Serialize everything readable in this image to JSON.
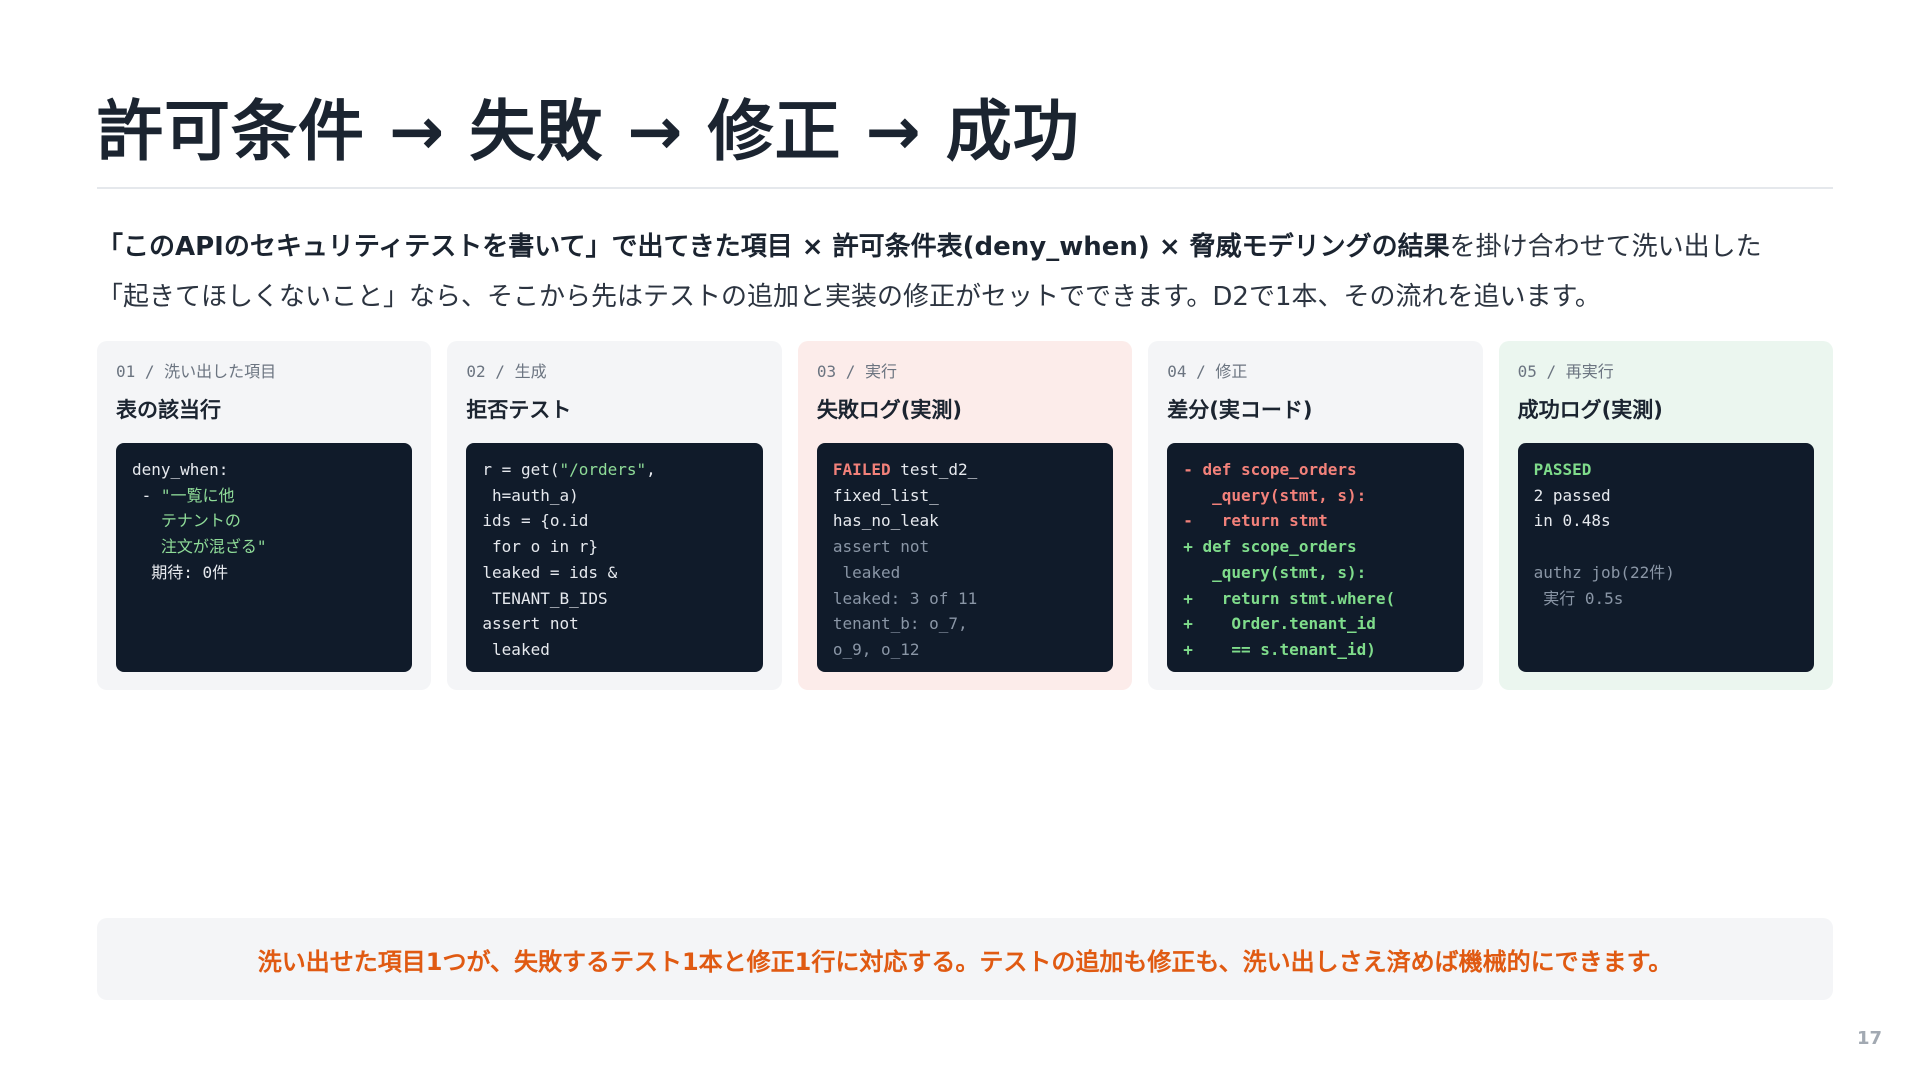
{
  "title": "許可条件 → 失敗 → 修正 → 成功",
  "intro": {
    "emphasis": "「このAPIのセキュリティテストを書いて」で出てきた項目 × 許可条件表(deny_when) × 脅威モデリングの結果",
    "line1_rest": "を掛け合わせて洗い出した",
    "line2": "「起きてほしくないこと」なら、そこから先はテストの追加と実装の修正がセットでできます。D2で1本、その流れを追います。"
  },
  "steps": [
    {
      "tag": "01 / 洗い出した項目",
      "title": "表の該当行",
      "code": [
        {
          "text": "deny_when:"
        },
        {
          "text": " - ",
          "tail": "\"一覧に他",
          "tail_class": "c-str"
        },
        {
          "text": "   テナントの",
          "class": "c-str"
        },
        {
          "text": "   注文が混ざる\"",
          "class": "c-str"
        },
        {
          "text": "  期待: 0件"
        }
      ]
    },
    {
      "tag": "02 / 生成",
      "title": "拒否テスト",
      "code": [
        {
          "text": "r = get(",
          "tail": "\"/orders\"",
          "tail_class": "c-str",
          "tail2": ","
        },
        {
          "text": " h=auth_a)"
        },
        {
          "text": "ids = {o.id"
        },
        {
          "text": " for o in r}"
        },
        {
          "text": "leaked = ids &"
        },
        {
          "text": " TENANT_B_IDS"
        },
        {
          "text": "assert not"
        },
        {
          "text": " leaked"
        }
      ]
    },
    {
      "tag": "03 / 実行",
      "title": "失敗ログ(実測)",
      "code": [
        {
          "text": "FAILED",
          "class": "c-red",
          "tail": " test_d2_"
        },
        {
          "text": "fixed_list_"
        },
        {
          "text": "has_no_leak"
        },
        {
          "text": "assert not",
          "class": "c-mut"
        },
        {
          "text": " leaked",
          "class": "c-mut"
        },
        {
          "text": "leaked: 3 of 11",
          "class": "c-mut"
        },
        {
          "text": "tenant_b: o_7,",
          "class": "c-mut"
        },
        {
          "text": "o_9, o_12",
          "class": "c-mut"
        }
      ]
    },
    {
      "tag": "04 / 修正",
      "title": "差分(実コード)",
      "code": [
        {
          "text": "- def scope_orders",
          "class": "c-red"
        },
        {
          "text": "   _query(stmt, s):",
          "class": "c-red"
        },
        {
          "text": "-   return stmt",
          "class": "c-red"
        },
        {
          "text": "+ def scope_orders",
          "class": "c-grn"
        },
        {
          "text": "   _query(stmt, s):",
          "class": "c-grn"
        },
        {
          "text": "+   return stmt.where(",
          "class": "c-grn"
        },
        {
          "text": "+    Order.tenant_id",
          "class": "c-grn"
        },
        {
          "text": "+    == s.tenant_id)",
          "class": "c-grn"
        }
      ]
    },
    {
      "tag": "05 / 再実行",
      "title": "成功ログ(実測)",
      "code": [
        {
          "text": "PASSED",
          "class": "c-grn"
        },
        {
          "text": "2 passed"
        },
        {
          "text": "in 0.48s"
        },
        {
          "text": " "
        },
        {
          "text": "authz job(22件)",
          "class": "c-mut"
        },
        {
          "text": " 実行 0.5s",
          "class": "c-mut"
        }
      ]
    }
  ],
  "footer_note": "洗い出せた項目1つが、失敗するテスト1本と修正1行に対応する。テストの追加も修正も、洗い出しさえ済めば機械的にできます。",
  "page_number": "17",
  "colors": {
    "accent_orange": "#e05a12",
    "fail_bg": "#fcecea",
    "pass_bg": "#ebf6ef",
    "code_bg": "#101b2a"
  }
}
